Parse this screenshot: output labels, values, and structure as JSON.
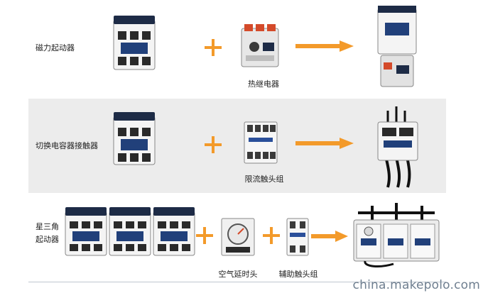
{
  "rows": [
    {
      "label": "磁力起动器",
      "caption": "热继电器"
    },
    {
      "label": "切换电容器接触器",
      "caption": "限流触头组"
    },
    {
      "label_line1": "星三角",
      "label_line2": "起动器",
      "caption1": "空气延时头",
      "caption2": "辅助触头组"
    }
  ],
  "watermark": "china.makepolo.com",
  "colors": {
    "accent": "#f39a2a",
    "background": "#ffffff",
    "band": "#ececec"
  }
}
